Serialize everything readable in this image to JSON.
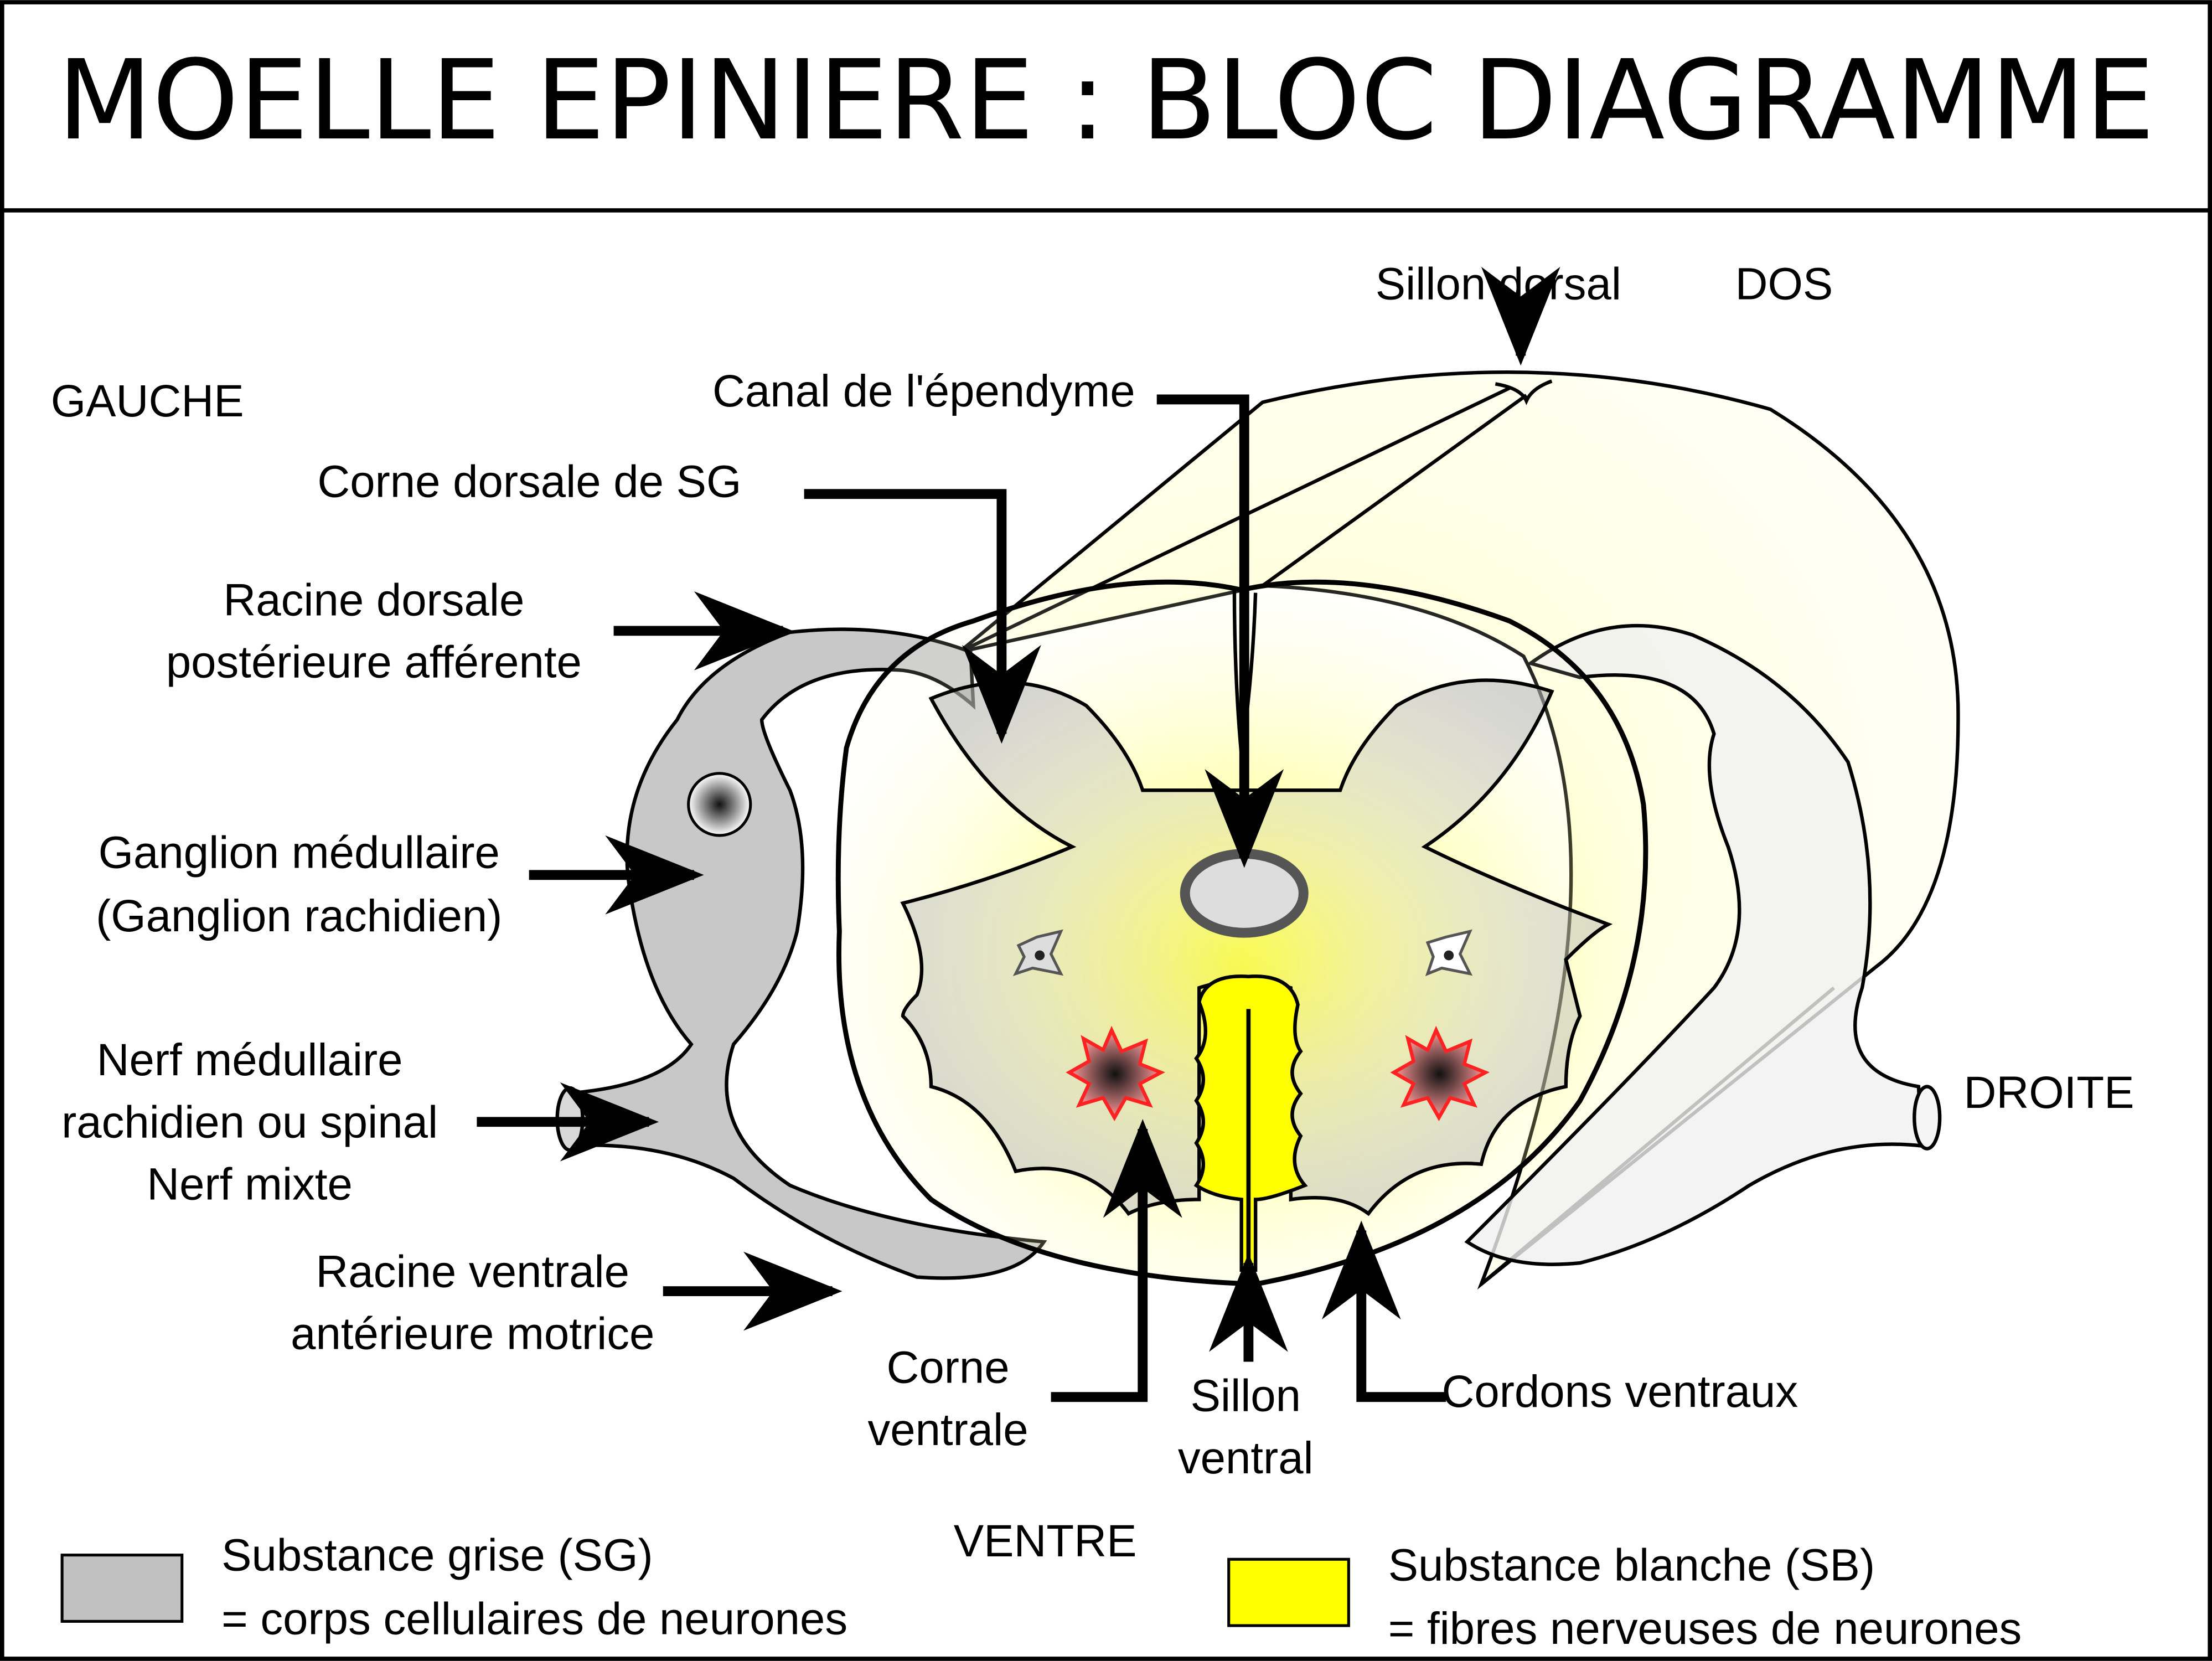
{
  "title": "MOELLE EPINIERE : BLOC DIAGRAMME",
  "orientation": {
    "left": "GAUCHE",
    "right": "DROITE",
    "back": "DOS",
    "front": "VENTRE"
  },
  "labels": {
    "sillon_dorsal": "Sillon dorsal",
    "canal_ependyme": "Canal de l'épendyme",
    "corne_dorsale": "Corne dorsale de SG",
    "racine_dorsale_1": "Racine dorsale",
    "racine_dorsale_2": "postérieure afférente",
    "ganglion_1": "Ganglion médullaire",
    "ganglion_2": "(Ganglion rachidien)",
    "nerf_1": "Nerf médullaire",
    "nerf_2": "rachidien ou spinal",
    "nerf_3": "Nerf mixte",
    "racine_ventrale_1": "Racine ventrale",
    "racine_ventrale_2": "antérieure motrice",
    "corne_ventrale_1": "Corne",
    "corne_ventrale_2": "ventrale",
    "sillon_ventral_1": "Sillon",
    "sillon_ventral_2": "ventral",
    "cordons_ventraux": "Cordons ventraux"
  },
  "legend": {
    "grey_title": "Substance grise (SG)",
    "grey_desc": "=  corps cellulaires de neurones",
    "white_title": "Substance blanche (SB)",
    "white_desc": "=  fibres nerveuses de neurones"
  },
  "colors": {
    "grey_matter": "#c8c8c8",
    "white_matter": "#ffff00",
    "cell_body": "#ff6666"
  }
}
